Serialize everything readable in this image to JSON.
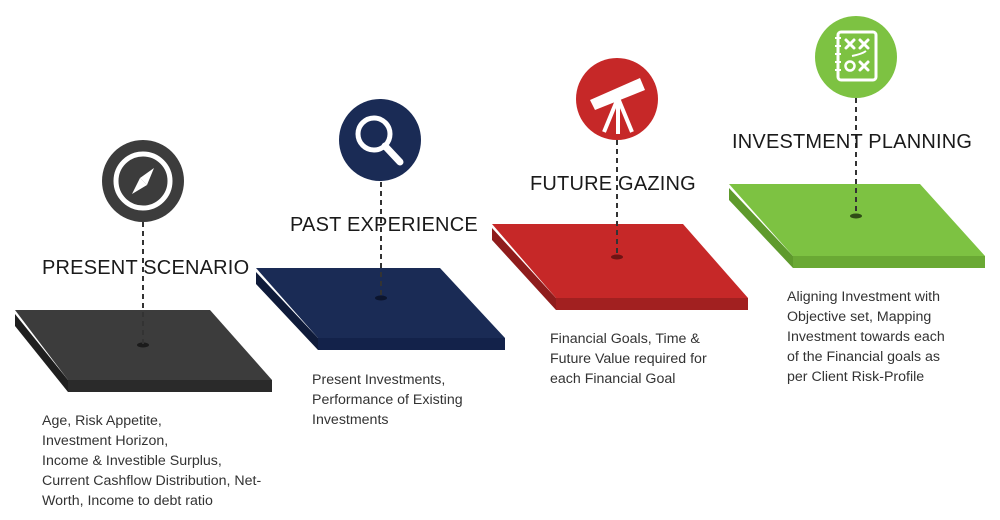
{
  "stages": [
    {
      "title": "PRESENT SCENARIO",
      "color": "#3c3c3c",
      "icon": "compass-icon",
      "description_lines": [
        "Age, Risk Appetite,",
        "Investment Horizon,",
        "Income & Investible Surplus,",
        "Current Cashflow Distribution, Net-",
        "Worth, Income to debt ratio"
      ]
    },
    {
      "title": "PAST EXPERIENCE",
      "color": "#1a2b55",
      "icon": "magnifier-icon",
      "description_lines": [
        "Present Investments,",
        "Performance of Existing",
        "Investments"
      ]
    },
    {
      "title": "FUTURE GAZING",
      "color": "#c62828",
      "icon": "telescope-icon",
      "description_lines": [
        "Financial Goals, Time &",
        "Future Value required for",
        "each Financial Goal"
      ]
    },
    {
      "title": "INVESTMENT PLANNING",
      "color": "#7dc242",
      "icon": "strategy-board-icon",
      "description_lines": [
        "Aligning Investment with",
        "Objective set, Mapping",
        "Investment towards each",
        "of the Financial goals as",
        "per Client Risk-Profile"
      ]
    }
  ]
}
